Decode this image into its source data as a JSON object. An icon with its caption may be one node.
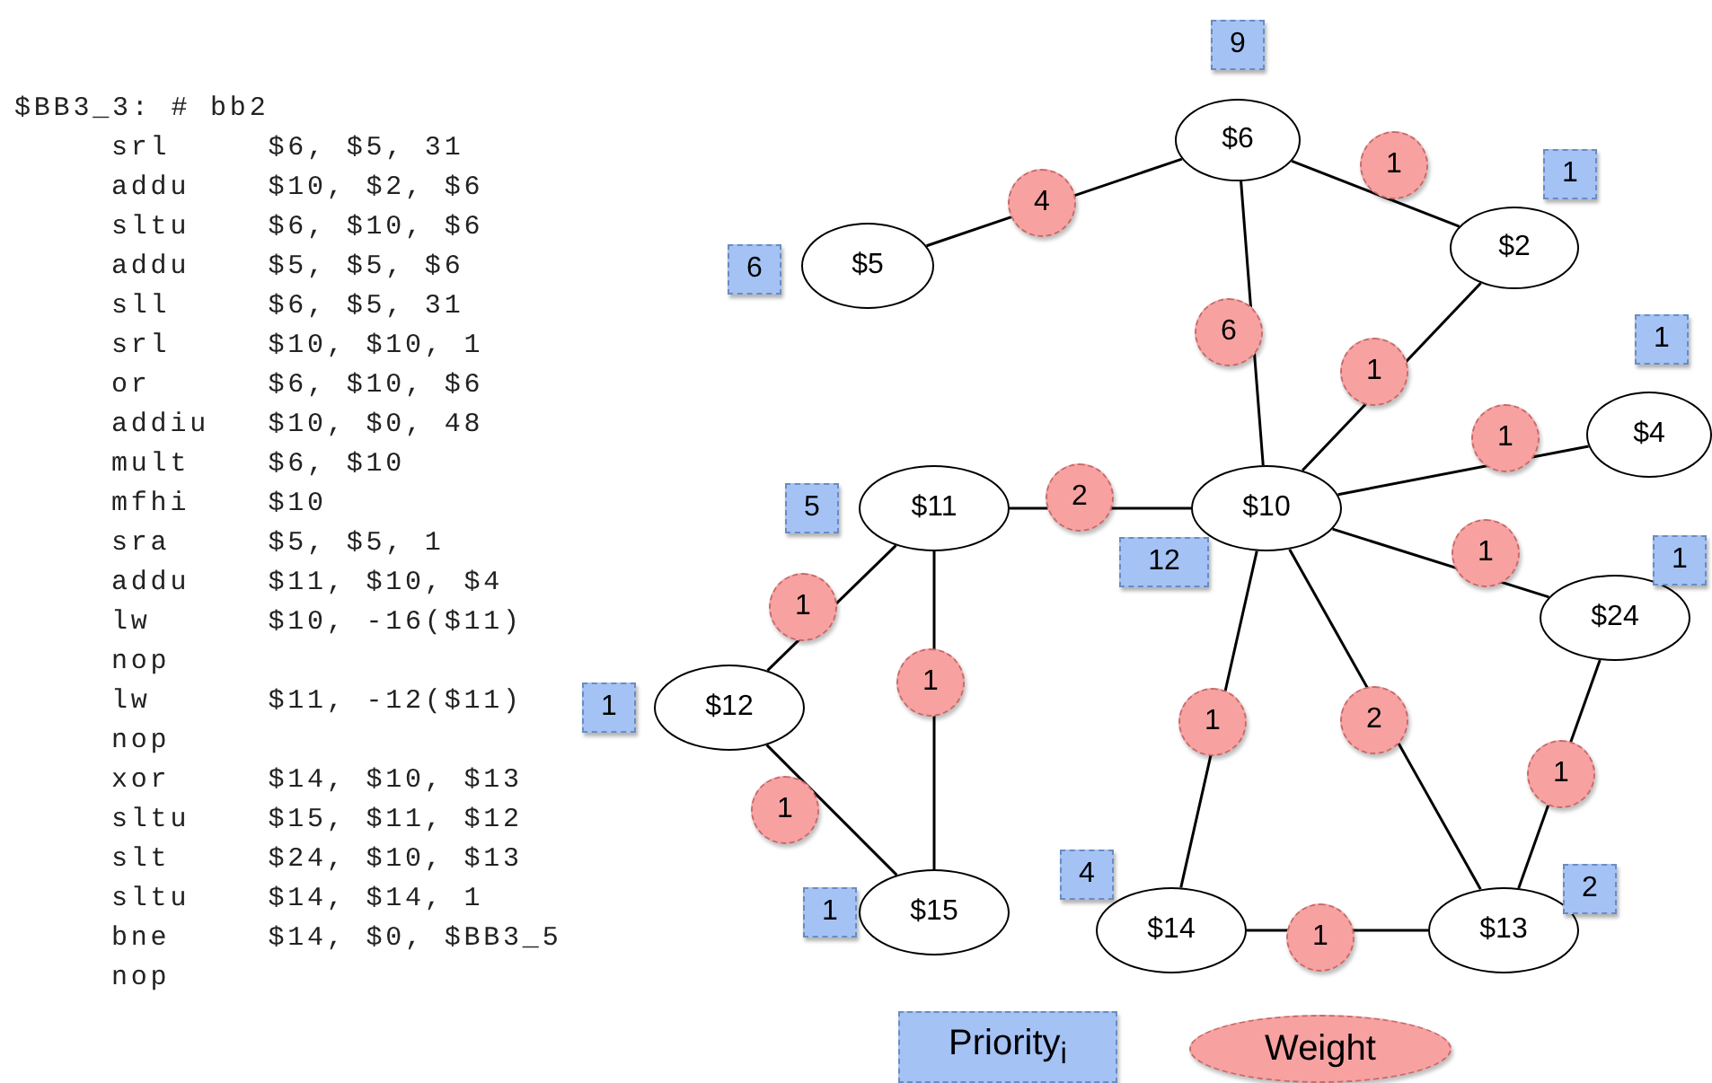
{
  "diagram": {
    "nodes": [
      {
        "text": [
          "$6"
        ],
        "beside": [
          "9"
        ]
      },
      {
        "text": [
          "$2"
        ],
        "beside": [
          "1"
        ]
      },
      {
        "text": [
          "$5"
        ],
        "beside": [
          "6"
        ]
      },
      {
        "text": [
          "$4"
        ],
        "beside": [
          "1"
        ]
      },
      {
        "text": [
          "$10"
        ],
        "beside": [
          "12"
        ]
      },
      {
        "text": [
          "$11"
        ],
        "beside": [
          "5"
        ]
      },
      {
        "text": [
          "$24"
        ],
        "beside": [
          "1"
        ]
      },
      {
        "text": [
          "$12"
        ],
        "beside": [
          "1"
        ]
      },
      {
        "text": [
          "$15"
        ],
        "beside": [
          "1"
        ]
      },
      {
        "text": [
          "$14"
        ],
        "beside": [
          "4"
        ]
      },
      {
        "text": [
          "$13"
        ],
        "beside": [
          "2"
        ]
      }
    ],
    "edges": [
      {
        "from": 0,
        "to": 2,
        "arrow": "none",
        "label": "4"
      },
      {
        "from": 0,
        "to": 1,
        "arrow": "none",
        "label": "1"
      },
      {
        "from": 0,
        "to": 4,
        "arrow": "none",
        "label": "6"
      },
      {
        "from": 1,
        "to": 4,
        "arrow": "none",
        "label": "1"
      },
      {
        "from": 4,
        "to": 3,
        "arrow": "none",
        "label": "1"
      },
      {
        "from": 4,
        "to": 6,
        "arrow": "none",
        "label": "1"
      },
      {
        "from": 5,
        "to": 4,
        "arrow": "none",
        "label": "2"
      },
      {
        "from": 5,
        "to": 7,
        "arrow": "none",
        "label": "1"
      },
      {
        "from": 5,
        "to": 8,
        "arrow": "none",
        "label": "1"
      },
      {
        "from": 7,
        "to": 8,
        "arrow": "none",
        "label": "1"
      },
      {
        "from": 4,
        "to": 9,
        "arrow": "none",
        "label": "1"
      },
      {
        "from": 4,
        "to": 10,
        "arrow": "none",
        "label": "2"
      },
      {
        "from": 6,
        "to": 10,
        "arrow": "none",
        "label": "1"
      },
      {
        "from": 9,
        "to": 10,
        "arrow": "none",
        "label": "1"
      }
    ],
    "labels": [
      "$BB3_3: # bb2",
      "srl     $6, $5, 31",
      "addu    $10, $2, $6",
      "sltu    $6, $10, $6",
      "addu    $5, $5, $6",
      "sll     $6, $5, 31",
      "srl     $10, $10, 1",
      "or      $6, $10, $6",
      "addiu   $10, $0, 48",
      "mult    $6, $10",
      "mfhi    $10",
      "sra     $5, $5, 1",
      "addu    $11, $10, $4",
      "lw      $10, -16($11)",
      "nop",
      "lw      $11, -12($11)",
      "nop",
      "xor     $14, $10, $13",
      "sltu    $15, $11, $12",
      "slt     $24, $10, $13",
      "sltu    $14, $14, 1",
      "bne     $14, $0, $BB3_5",
      "nop"
    ],
    "legend": [
      {
        "text": "Priority$_{i}$",
        "color": "#a4c2f4"
      },
      {
        "text": "Weight",
        "color": "#f7a1a1"
      }
    ]
  }
}
